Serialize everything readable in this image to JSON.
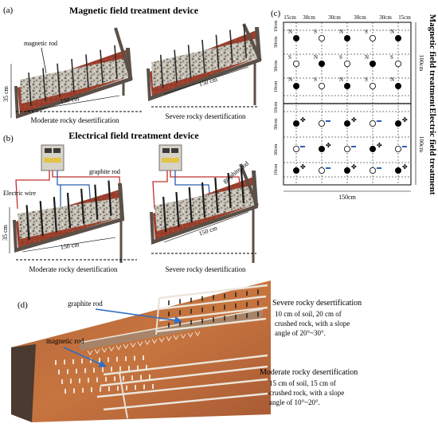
{
  "panel_a": {
    "label": "(a)",
    "title": "Magnetic field treatment device",
    "rod_label": "magnetic rod",
    "dim_height": "35 cm",
    "dim_width_left": "150 cm",
    "dim_width_right": "150 cm",
    "caption_left": "Moderate rocky desertification",
    "caption_right": "Severe rocky desertification"
  },
  "panel_b": {
    "label": "(b)",
    "title": "Electrical field treatment device",
    "wire_label": "Electric wire",
    "rod_label": "graphite rod",
    "rod_label_right": "graphite rod",
    "dim_height": "35 cm",
    "dim_width_left": "150 cm",
    "dim_width_right": "150 cm",
    "caption_left": "Moderate rocky desertification",
    "caption_right": "Severe rocky desertification"
  },
  "panel_c": {
    "label": "(c)",
    "top_dims": [
      "15cm",
      "30cm",
      "30cm",
      "30cm",
      "30cm",
      "15cm"
    ],
    "side_dims": [
      "10cm",
      "30cm",
      "30cm",
      "10cm",
      "10cm",
      "30cm",
      "30cm",
      "10cm"
    ],
    "right_dim_top": "100cm",
    "right_dim_bottom": "100cm",
    "bottom_dim": "150cm",
    "right_label_top": "Magnetic field treatment",
    "right_label_bottom": "Electric field treatment",
    "magnetic_rows": [
      [
        {
          "t": "N",
          "f": "filled"
        },
        {
          "t": "S",
          "f": "open"
        },
        {
          "t": "N",
          "f": "filled"
        },
        {
          "t": "S",
          "f": "open"
        },
        {
          "t": "N",
          "f": "filled"
        }
      ],
      [
        {
          "t": "S",
          "f": "open"
        },
        {
          "t": "N",
          "f": "filled"
        },
        {
          "t": "S",
          "f": "open"
        },
        {
          "t": "N",
          "f": "filled"
        },
        {
          "t": "S",
          "f": "open"
        }
      ],
      [
        {
          "t": "N",
          "f": "filled"
        },
        {
          "t": "S",
          "f": "open"
        },
        {
          "t": "N",
          "f": "filled"
        },
        {
          "t": "S",
          "f": "open"
        },
        {
          "t": "N",
          "f": "filled"
        }
      ]
    ],
    "electric_rows": [
      [
        {
          "f": "filled",
          "s": "plus"
        },
        {
          "f": "open",
          "s": "minus"
        },
        {
          "f": "filled",
          "s": "plus"
        },
        {
          "f": "open",
          "s": "minus"
        },
        {
          "f": "filled",
          "s": "plus"
        }
      ],
      [
        {
          "f": "open",
          "s": "minus"
        },
        {
          "f": "filled",
          "s": "plus"
        },
        {
          "f": "open",
          "s": "minus"
        },
        {
          "f": "filled",
          "s": "plus"
        },
        {
          "f": "open",
          "s": "minus"
        }
      ],
      [
        {
          "f": "filled",
          "s": "plus"
        },
        {
          "f": "open",
          "s": "minus"
        },
        {
          "f": "filled",
          "s": "plus"
        },
        {
          "f": "open",
          "s": "minus"
        },
        {
          "f": "filled",
          "s": "plus"
        }
      ]
    ]
  },
  "panel_d": {
    "label": "(d)",
    "graphite_label": "graphite rod",
    "magnetic_label": "magnetic rod",
    "severe_title": "Severe rocky desertification",
    "severe_lines": [
      "10 cm of soil, 20 cm of",
      "crushed rock, with a slope",
      "angle of 20°~30°."
    ],
    "moderate_title": "Moderate rocky desertification",
    "moderate_lines": [
      "15 cm of soil, 15 cm of",
      "crushed rock, with a slope",
      "angle of 10°~20°."
    ]
  },
  "colors": {
    "soil": "#9a3f2c",
    "rock": "#b9b3a8",
    "frame": "#5a5048",
    "wire_red": "#c0302a",
    "wire_blue": "#2a5fb0",
    "field_soil": "#c46a3c"
  }
}
